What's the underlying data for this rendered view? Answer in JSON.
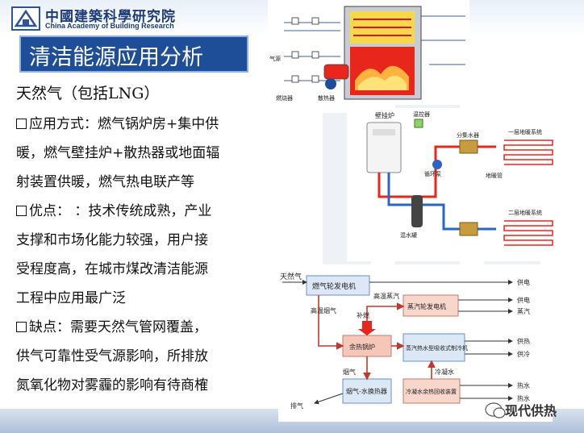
{
  "header": {
    "org_cn": "中國建築科學研究院",
    "org_en": "China Academy of Building Research"
  },
  "title": "清洁能源应用分析",
  "subtitle": "天然气（包括LNG）",
  "body_lines": [
    "应用方式：燃气锅炉房+集中供",
    "暖，燃气壁挂炉+散热器或地面辐",
    "射装置供暖，燃气热电联产等",
    "优点：  ：技术传统成熟，产业",
    "支撑和市场化能力较强，用户接",
    "受程度高，在城市煤改清洁能源",
    "工程中应用最广泛",
    "缺点：需要天然气管网覆盖，",
    "供气可靠性受气源影响，所排放",
    "氮氧化物对雾霾的影响有待商榷"
  ],
  "diagram_boiler": {
    "labels": [
      "气源",
      "散热器",
      "燃烧器"
    ]
  },
  "diagram_wallhung": {
    "labels": [
      "壁挂炉",
      "温控器",
      "分集水器",
      "一层地暖系统",
      "循环泵",
      "地暖管",
      "混水罐",
      "二层地暖系统"
    ]
  },
  "diagram_chp": {
    "natural_gas": "天然气",
    "gas_turbine": "燃气轮发电机",
    "hot_steam": "高温蒸汽",
    "steam_turbine": "蒸汽轮发电机",
    "hot_flue": "高温烟气",
    "supplement": "补燃",
    "hrsg": "余热锅炉",
    "absorption": "蒸汽热水型吸收式制冷机",
    "flue": "烟气",
    "condensate": "冷凝水",
    "flue_exchanger": "烟气-水换热器",
    "condensate_recovery": "冷凝水余热回收装置",
    "exhaust": "排气",
    "outputs": [
      "供电",
      "供电",
      "蒸汽",
      "供热",
      "供冷",
      "热水",
      "热水"
    ]
  },
  "watermark": "现代供热",
  "colors": {
    "title_bg": "#1f4e99",
    "org_blue": "#1f3c7a",
    "flame": "#e8261c",
    "arrow_red": "#c0392b"
  }
}
